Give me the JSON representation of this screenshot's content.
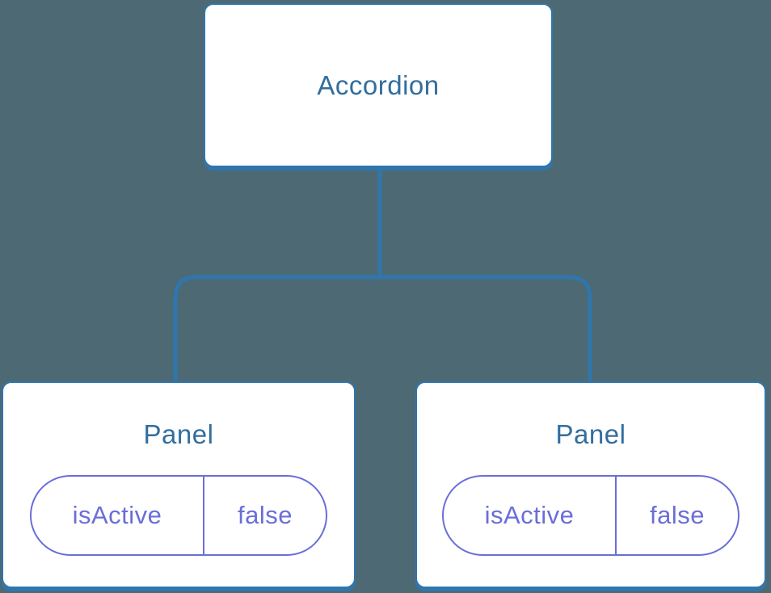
{
  "diagram": {
    "root": {
      "label": "Accordion"
    },
    "panels": [
      {
        "label": "Panel",
        "prop_name": "isActive",
        "prop_value": "false"
      },
      {
        "label": "Panel",
        "prop_name": "isActive",
        "prop_value": "false"
      }
    ],
    "colors": {
      "background": "#4d6974",
      "node_border": "#2f76ad",
      "node_text": "#326e9e",
      "node_fill": "#ffffff",
      "pill": "#6a6ed8"
    }
  }
}
